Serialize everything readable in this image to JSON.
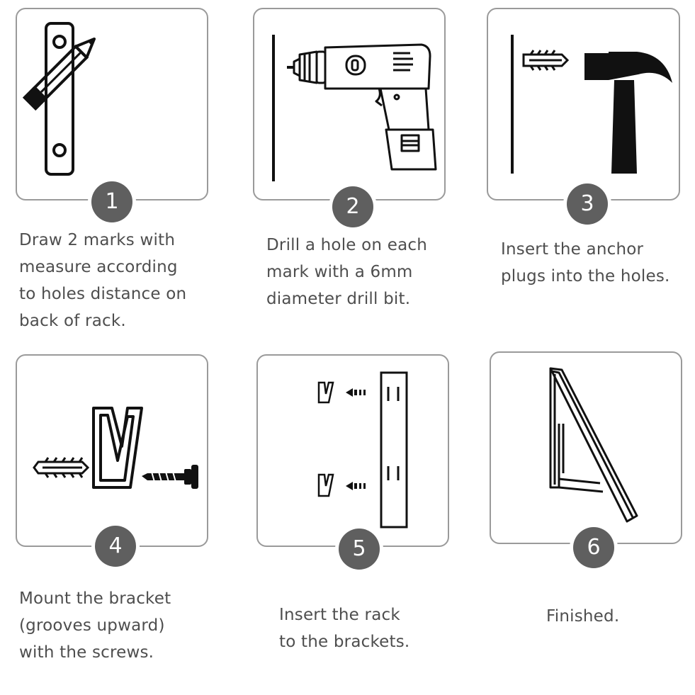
{
  "steps": [
    {
      "number": "1",
      "caption": "Draw 2 marks with\nmeasure according\nto holes distance on\nback of rack."
    },
    {
      "number": "2",
      "caption": "Drill a hole on each\nmark with a 6mm\ndiameter drill bit."
    },
    {
      "number": "3",
      "caption": "Insert the anchor\nplugs into the holes."
    },
    {
      "number": "4",
      "caption": "Mount the bracket\n(grooves upward)\nwith the screws."
    },
    {
      "number": "5",
      "caption": "Insert the rack\nto the brackets."
    },
    {
      "number": "6",
      "caption": "Finished."
    }
  ]
}
